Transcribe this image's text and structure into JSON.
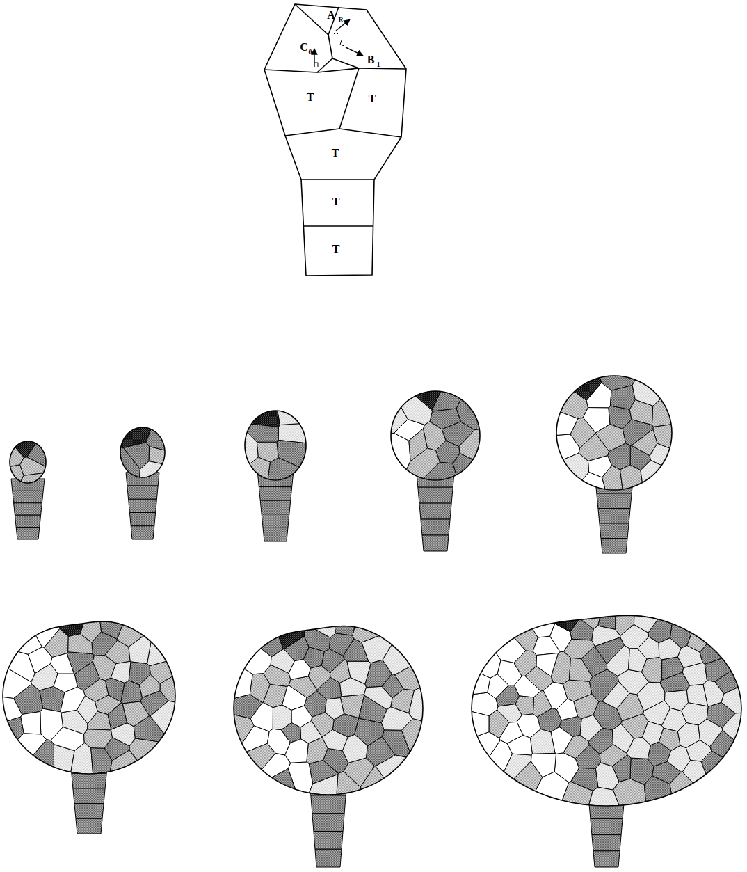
{
  "diagram": {
    "labels": [
      "A",
      "R",
      "C",
      "0",
      "B",
      "1",
      "T",
      "T",
      "T",
      "T",
      "T"
    ]
  }
}
